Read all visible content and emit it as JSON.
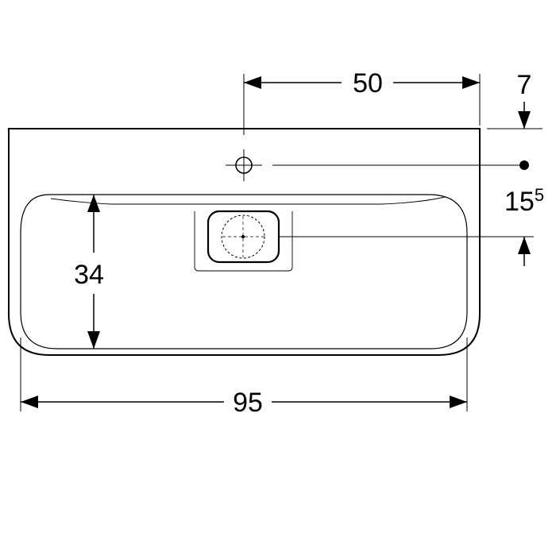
{
  "dimensions": {
    "tap_offset": "50",
    "top_to_tap": "7",
    "tap_to_drain_main": "15",
    "tap_to_drain_sup": "5",
    "basin_depth": "34",
    "overall_width": "95"
  },
  "colors": {
    "line": "#000000",
    "background": "#ffffff"
  }
}
